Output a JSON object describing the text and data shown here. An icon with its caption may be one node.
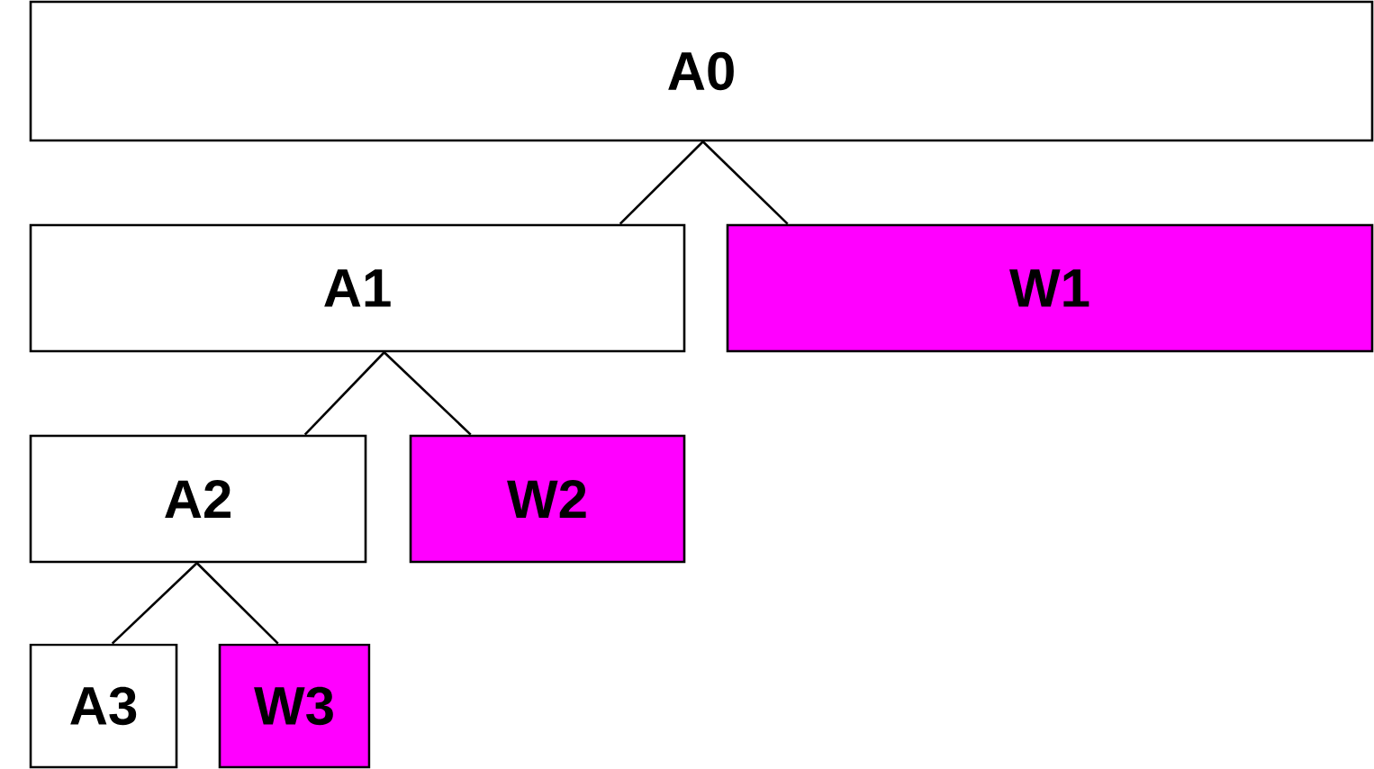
{
  "diagram": {
    "nodes": [
      {
        "text": [
          "A0"
        ]
      },
      {
        "text": [
          "A1"
        ]
      },
      {
        "text": [
          "W1"
        ]
      },
      {
        "text": [
          "A2"
        ]
      },
      {
        "text": [
          "W2"
        ]
      },
      {
        "text": [
          "A3"
        ]
      },
      {
        "text": [
          "W3"
        ]
      }
    ],
    "edges": [
      {
        "from": 0,
        "to": 1,
        "arrow": "none"
      },
      {
        "from": 0,
        "to": 2,
        "arrow": "none"
      },
      {
        "from": 1,
        "to": 3,
        "arrow": "none"
      },
      {
        "from": 1,
        "to": 4,
        "arrow": "none"
      },
      {
        "from": 3,
        "to": 5,
        "arrow": "none"
      },
      {
        "from": 3,
        "to": 6,
        "arrow": "none"
      }
    ]
  }
}
